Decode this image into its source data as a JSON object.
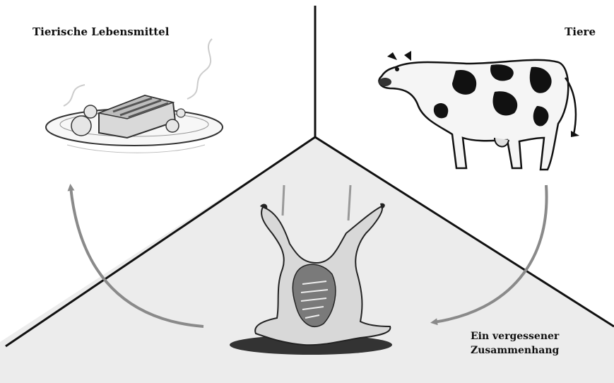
{
  "labels": {
    "food": "Tierische Lebensmittel",
    "animals": "Tiere",
    "connection_line1": "Ein vergessener",
    "connection_line2": "Zusammenhang"
  },
  "colors": {
    "background": "#ffffff",
    "bottom_area": "#ececec",
    "lines": "#111111",
    "arrows": "#8a8a8a",
    "text": "#111111"
  },
  "icons": {
    "top_left": "steak-plate-illustration",
    "top_right": "cow-illustration",
    "bottom_center": "hanging-carcass-illustration"
  }
}
